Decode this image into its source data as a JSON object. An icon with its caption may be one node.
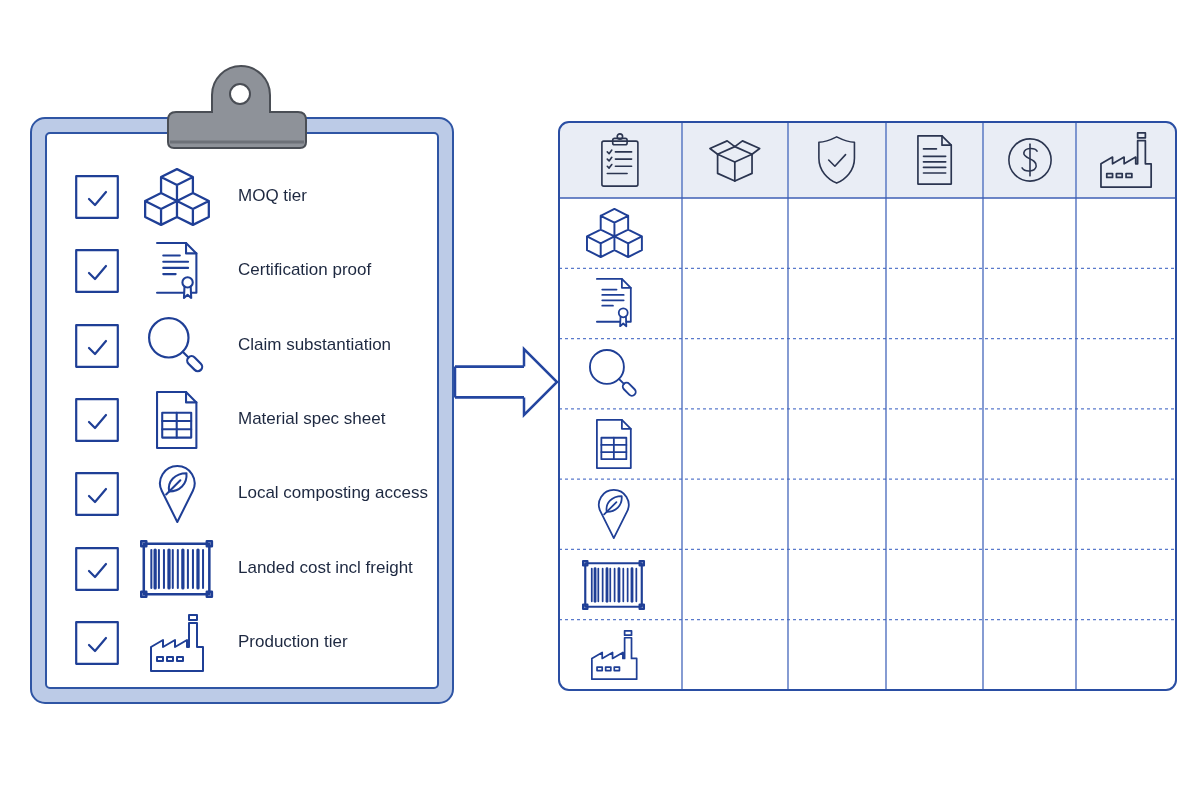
{
  "diagram": {
    "nodes": [
      {
        "text": [
          "MOQ tier",
          "Certification proof",
          "Claim substantiation",
          "Material spec sheet",
          "Local composting access",
          "Landed cost incl freight",
          "Production tier"
        ]
      },
      {
        "text": [],
        "shape": "table"
      }
    ],
    "edges": [
      {
        "from": 0,
        "to": 1,
        "arrow": "to"
      }
    ]
  }
}
